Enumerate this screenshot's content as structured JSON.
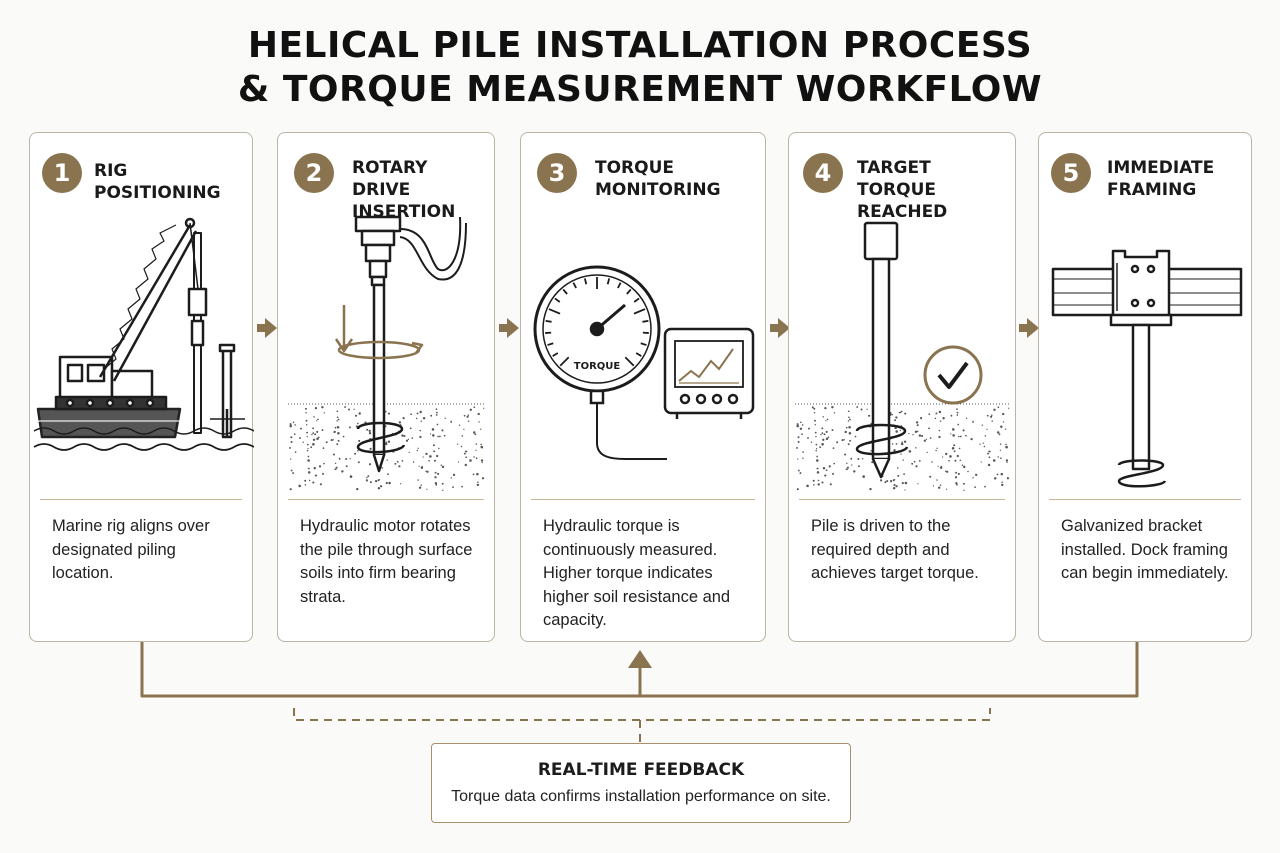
{
  "title": {
    "line1": "HELICAL PILE INSTALLATION PROCESS",
    "line2": "& TORQUE MEASUREMENT WORKFLOW"
  },
  "steps": [
    {
      "number": "1",
      "title": "RIG POSITIONING",
      "description": "Marine rig aligns over designated piling location.",
      "icon": "marine-rig-icon"
    },
    {
      "number": "2",
      "title": "ROTARY DRIVE\nINSERTION",
      "description": "Hydraulic motor rotates the pile through surface soils into firm bearing strata.",
      "icon": "rotary-drive-icon"
    },
    {
      "number": "3",
      "title": "TORQUE\nMONITORING",
      "description": "Hydraulic torque is continuously measured. Higher torque indicates higher soil resistance and capacity.",
      "icon": "torque-gauge-icon",
      "gauge_label": "TORQUE"
    },
    {
      "number": "4",
      "title": "TARGET TORQUE\nREACHED",
      "description": "Pile is driven to the required depth and achieves target torque.",
      "icon": "checkmark-icon"
    },
    {
      "number": "5",
      "title": "IMMEDIATE\nFRAMING",
      "description": "Galvanized bracket installed. Dock framing can begin immediately.",
      "icon": "bracket-icon"
    }
  ],
  "feedback": {
    "title": "REAL-TIME FEEDBACK",
    "text": "Torque data confirms installation performance on site."
  },
  "colors": {
    "accent": "#8a744f",
    "border": "#bdb5a6",
    "ink": "#1c1c1c"
  }
}
